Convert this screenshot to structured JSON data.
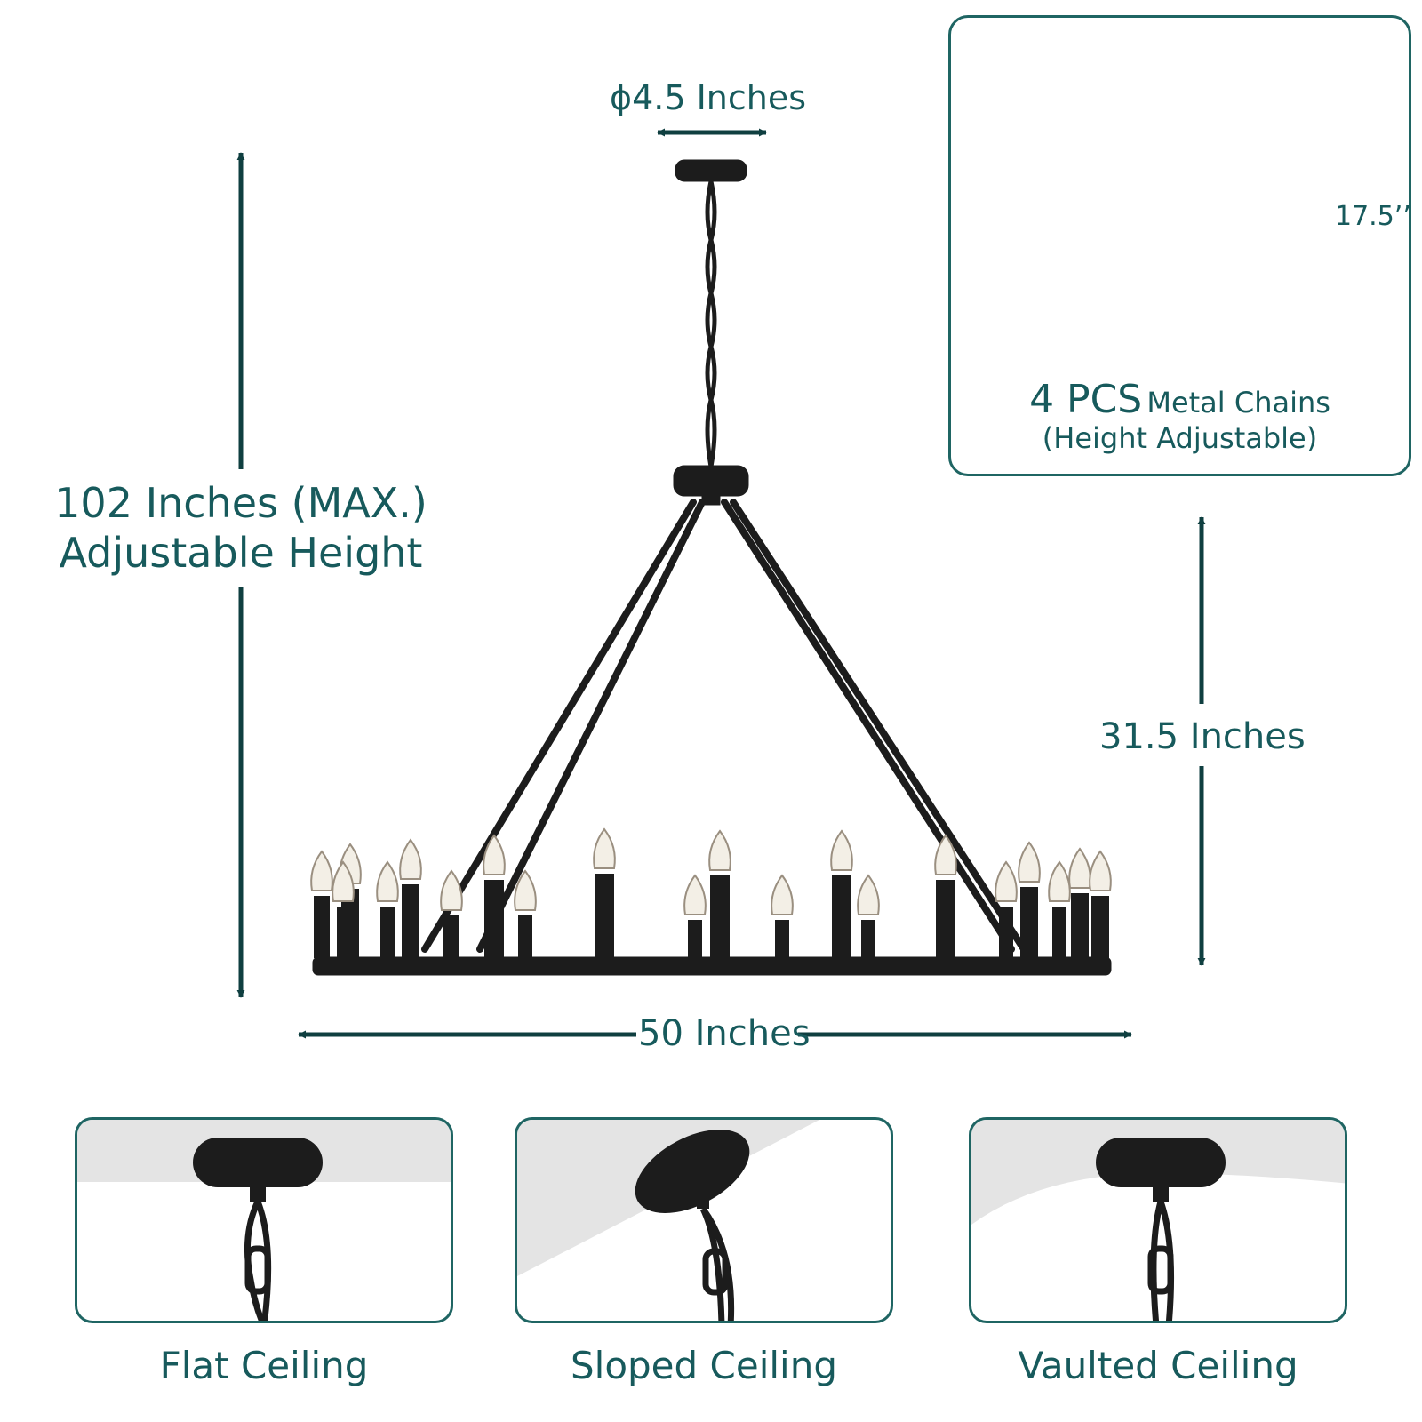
{
  "dimensions": {
    "canopy_diameter": "ϕ4.5 Inches",
    "max_height_line1": "102 Inches (MAX.)",
    "max_height_line2": "Adjustable Height",
    "fixture_height": "31.5 Inches",
    "fixture_width": "50 Inches",
    "chain_length": "17.5’’"
  },
  "chains_panel": {
    "count": "4 PCS",
    "label": "Metal Chains",
    "note": "(Height Adjustable)"
  },
  "mounting_options": [
    {
      "label": "Flat Ceiling",
      "icon": "flat-ceiling-icon"
    },
    {
      "label": "Sloped Ceiling",
      "icon": "sloped-ceiling-icon"
    },
    {
      "label": "Vaulted Ceiling",
      "icon": "vaulted-ceiling-icon"
    }
  ],
  "colors": {
    "accent": "#175a5c",
    "fixture": "#1c1c1c"
  }
}
